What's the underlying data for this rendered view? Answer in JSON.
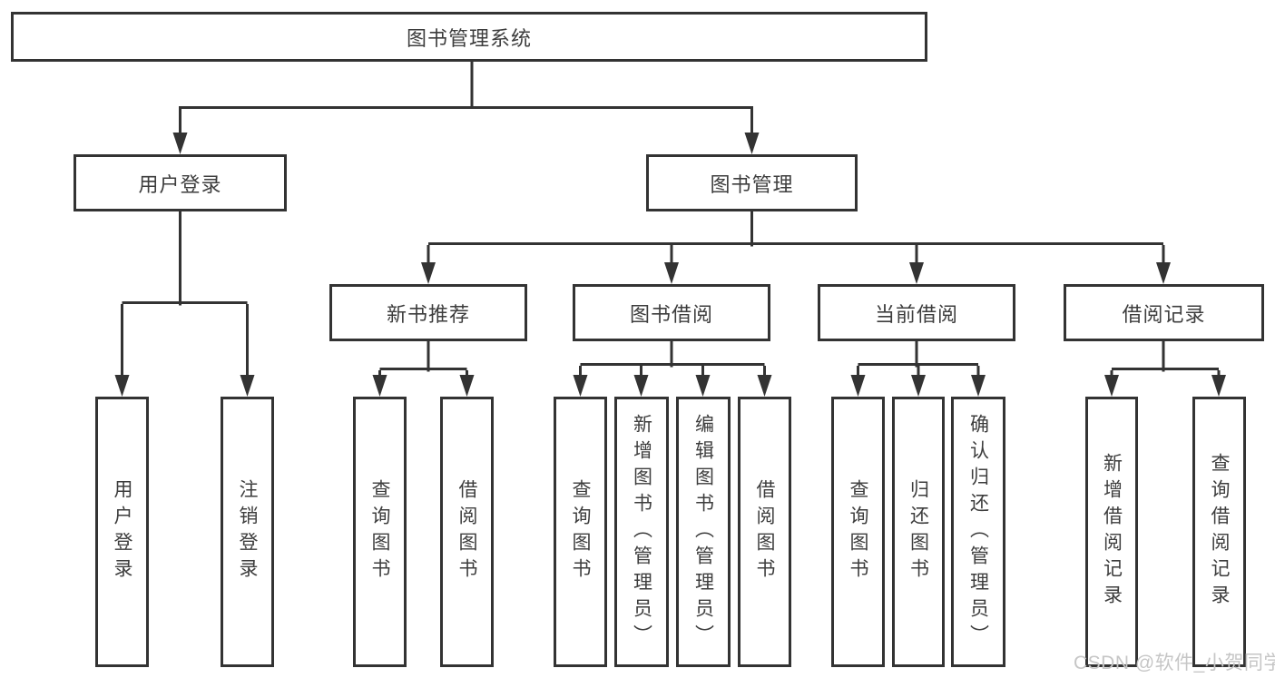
{
  "diagram_title": "图书管理系统",
  "nodes": {
    "root": {
      "label": "图书管理系统"
    },
    "user_login": {
      "label": "用户登录"
    },
    "book_mgmt": {
      "label": "图书管理"
    },
    "new_book_rec": {
      "label": "新书推荐"
    },
    "book_borrow": {
      "label": "图书借阅"
    },
    "current_borrow": {
      "label": "当前借阅"
    },
    "borrow_record": {
      "label": "借阅记录"
    },
    "login_leaf": {
      "label": "用户登录"
    },
    "logout_leaf": {
      "label": "注销登录"
    },
    "rec_query_book": {
      "label": "查询图书"
    },
    "rec_borrow_book": {
      "label": "借阅图书"
    },
    "bor_query_book": {
      "label": "查询图书"
    },
    "bor_add_book": {
      "label": "新增图书（管理员）"
    },
    "bor_edit_book": {
      "label": "编辑图书（管理员）"
    },
    "bor_borrow_book": {
      "label": "借阅图书"
    },
    "cur_query_book": {
      "label": "查询图书"
    },
    "cur_return_book": {
      "label": "归还图书"
    },
    "cur_confirm_return": {
      "label": "确认归还（管理员）"
    },
    "recd_add_record": {
      "label": "新增借阅记录"
    },
    "recd_query_record": {
      "label": "查询借阅记录"
    }
  },
  "edges": [
    [
      "图书管理系统",
      "用户登录"
    ],
    [
      "图书管理系统",
      "图书管理"
    ],
    [
      "用户登录",
      "用户登录"
    ],
    [
      "用户登录",
      "注销登录"
    ],
    [
      "图书管理",
      "新书推荐"
    ],
    [
      "图书管理",
      "图书借阅"
    ],
    [
      "图书管理",
      "当前借阅"
    ],
    [
      "图书管理",
      "借阅记录"
    ],
    [
      "新书推荐",
      "查询图书"
    ],
    [
      "新书推荐",
      "借阅图书"
    ],
    [
      "图书借阅",
      "查询图书"
    ],
    [
      "图书借阅",
      "新增图书（管理员）"
    ],
    [
      "图书借阅",
      "编辑图书（管理员）"
    ],
    [
      "图书借阅",
      "借阅图书"
    ],
    [
      "当前借阅",
      "查询图书"
    ],
    [
      "当前借阅",
      "归还图书"
    ],
    [
      "当前借阅",
      "确认归还（管理员）"
    ],
    [
      "借阅记录",
      "新增借阅记录"
    ],
    [
      "借阅记录",
      "查询借阅记录"
    ]
  ],
  "watermark": {
    "text": "CSDN @软件_小贺同学"
  },
  "colors": {
    "line": "#333333",
    "node_border": "#333333",
    "text": "#3d3d3d",
    "watermark": "#c6c6c6",
    "background": "#ffffff"
  }
}
